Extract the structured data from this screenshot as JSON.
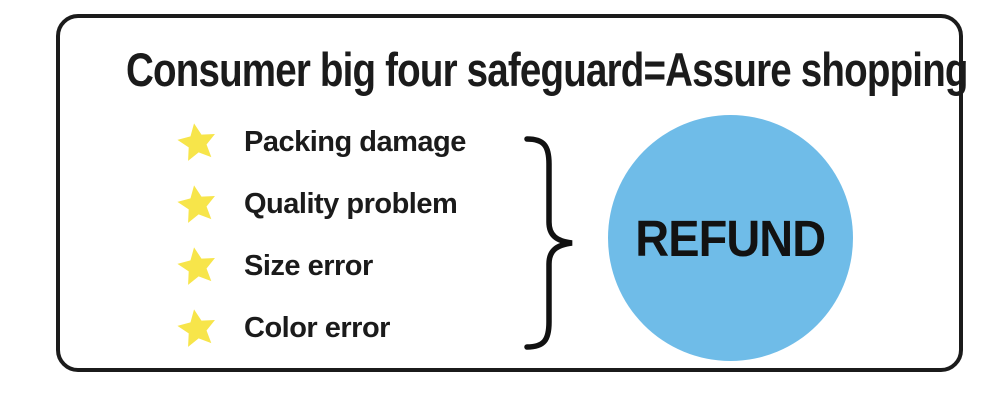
{
  "card": {
    "title": "Consumer big four safeguard=Assure shopping",
    "list": {
      "items": [
        {
          "icon": "star-icon",
          "label": "Packing damage"
        },
        {
          "icon": "star-icon",
          "label": "Quality problem"
        },
        {
          "icon": "star-icon",
          "label": "Size error"
        },
        {
          "icon": "star-icon",
          "label": "Color error"
        }
      ]
    },
    "badge": {
      "label": "REFUND",
      "shape": "circle"
    }
  },
  "icons": {
    "star": {
      "name": "star-icon",
      "glyph": "★"
    },
    "brace": {
      "name": "curly-brace-icon",
      "glyph": "}"
    }
  },
  "colors": {
    "background": "#ffffff",
    "card_border": "#1b1b1b",
    "text": "#1b1b1b",
    "star_yellow": "#f7e54a",
    "refund_circle_blue": "#6fbce8"
  }
}
